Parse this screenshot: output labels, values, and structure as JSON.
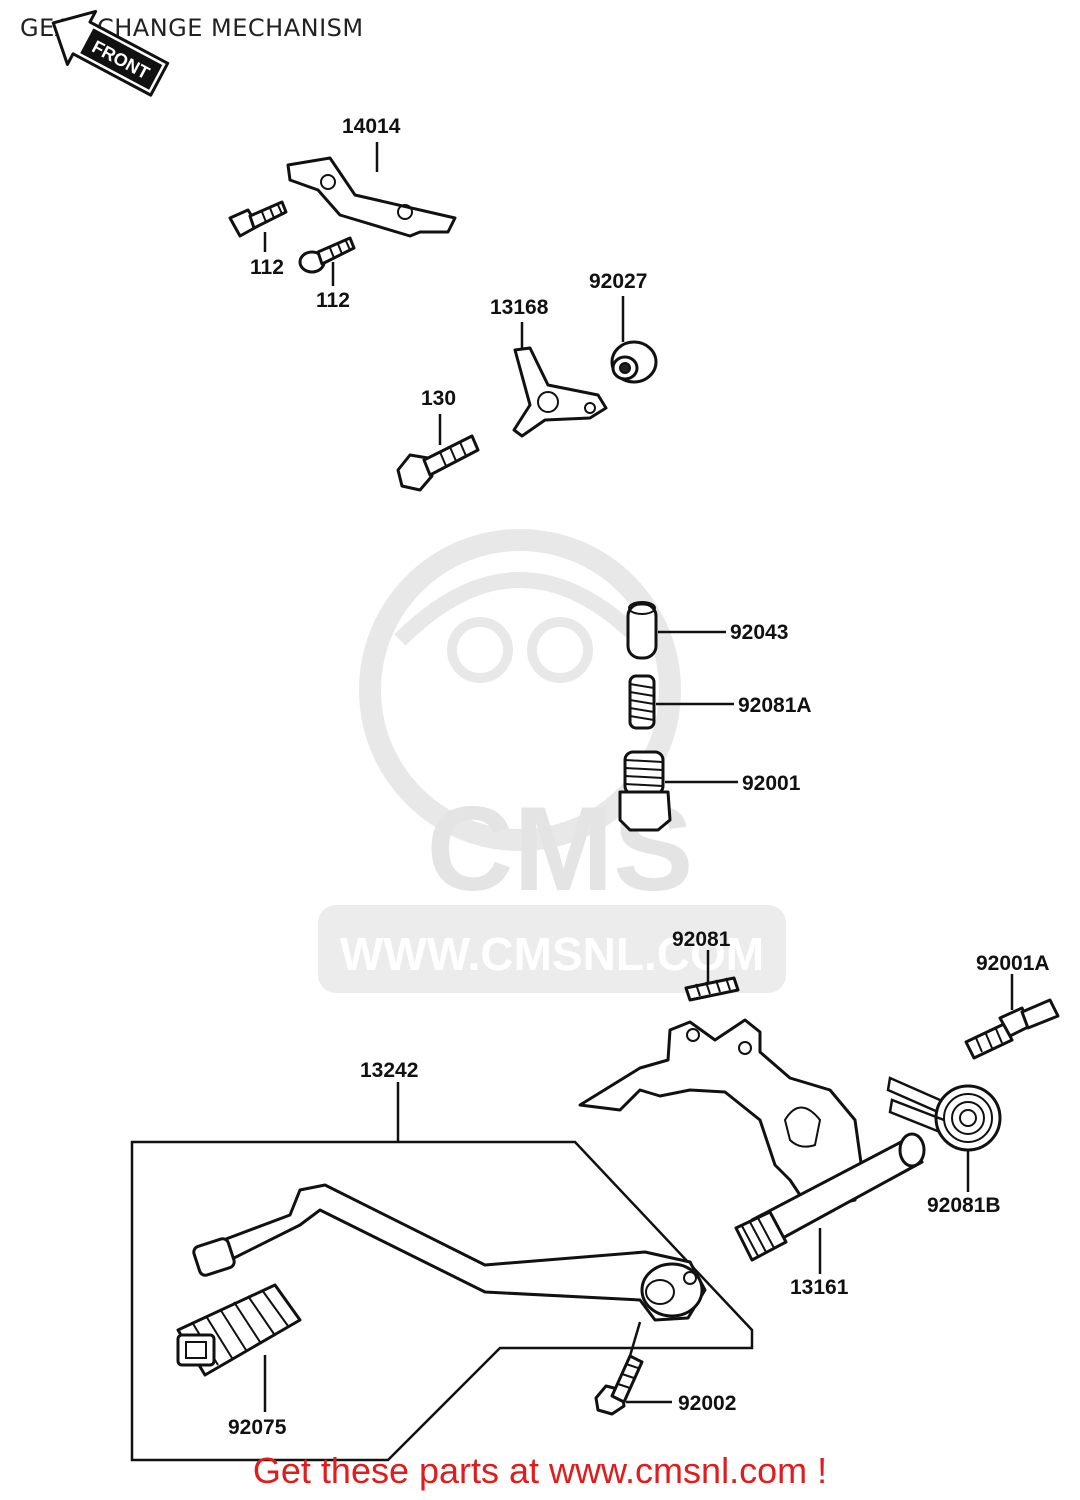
{
  "page": {
    "title": "GEAR CHANGE MECHANISM",
    "footer_link": "Get these parts at www.cmsnl.com !"
  },
  "direction_arrow": {
    "label": "FRONT"
  },
  "watermark": {
    "brand": "CMS",
    "url": "WWW.CMSNL.COM"
  },
  "parts": {
    "p14014": "14014",
    "p112a": "112",
    "p112b": "112",
    "p92027": "92027",
    "p13168": "13168",
    "p130": "130",
    "p92043": "92043",
    "p92081A": "92081A",
    "p92001": "92001",
    "p92081": "92081",
    "p92001A": "92001A",
    "p13242": "13242",
    "p92081B": "92081B",
    "p13161": "13161",
    "p92075": "92075",
    "p92002": "92002"
  },
  "colors": {
    "footer": "#e01c1c",
    "line": "#111111",
    "watermark": "#e4e4e4"
  }
}
